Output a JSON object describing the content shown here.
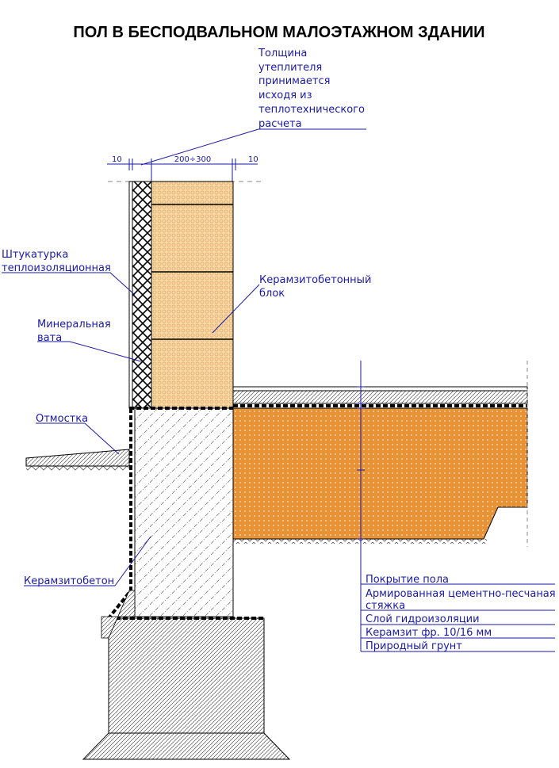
{
  "title": "ПОЛ В БЕСПОДВАЛЬНОМ МАЛОЭТАЖНОМ ЗДАНИИ",
  "thickness_note": [
    "Толщина",
    "утеплителя",
    "принимается",
    "исходя из",
    "теплотехнического",
    "расчета"
  ],
  "dimensions": {
    "left": "10",
    "middle": "200÷300",
    "right": "10"
  },
  "labels": {
    "plaster": [
      "Штукатурка",
      "теплоизоляционная"
    ],
    "mineral_wool": [
      "Минеральная",
      "вата"
    ],
    "block": [
      "Керамзитобетонный",
      "блок"
    ],
    "blind_area": "Отмостка",
    "claydite_concrete": "Керамзитобетон"
  },
  "floor_layers": [
    "Покрытие пола",
    "Армированная цементно-песчаная",
    "стяжка",
    "Слой гидроизоляции",
    "Керамзит фр. 10/16 мм",
    "Природный грунт"
  ],
  "colors": {
    "label": "#1a1aa6",
    "block": "#f6d9a6",
    "claydite": "#e89236",
    "line": "#000000"
  }
}
